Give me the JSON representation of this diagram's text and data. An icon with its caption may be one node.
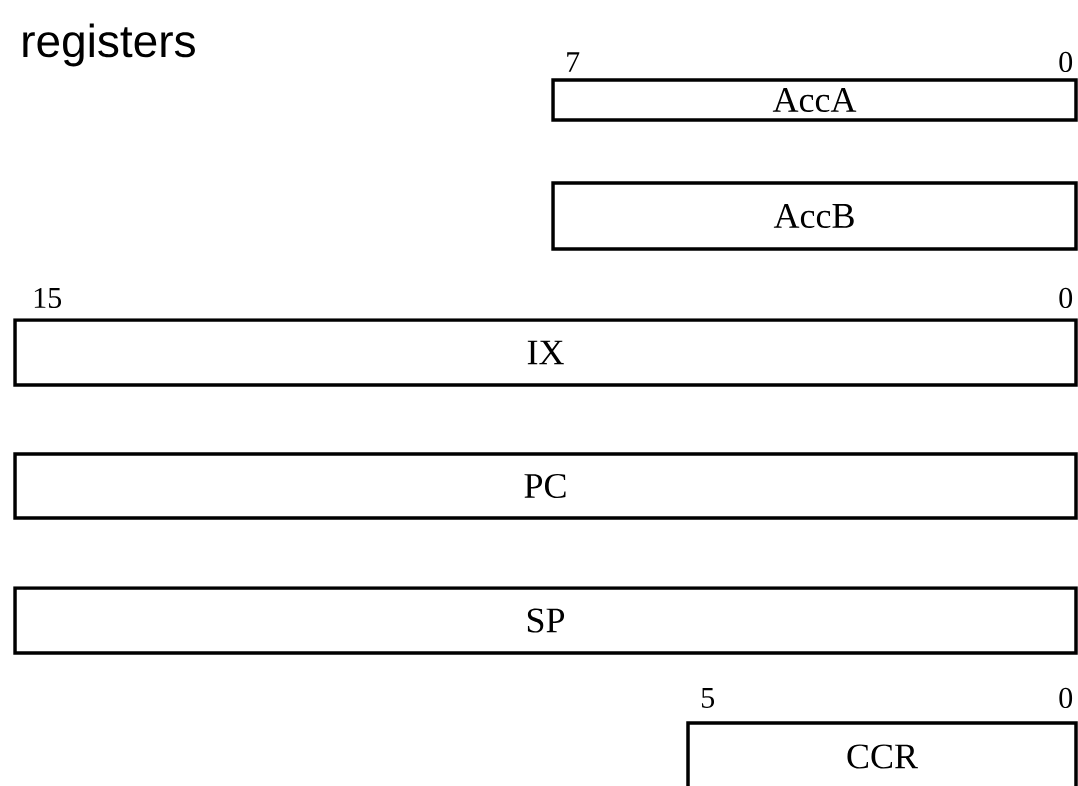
{
  "diagram": {
    "title": "registers",
    "nodes": [
      {
        "text": [
          "AccA"
        ]
      },
      {
        "text": [
          "AccB"
        ]
      },
      {
        "text": [
          "IX"
        ]
      },
      {
        "text": [
          "PC"
        ]
      },
      {
        "text": [
          "SP"
        ]
      },
      {
        "text": [
          "CCR"
        ]
      }
    ],
    "labels": [
      "7",
      "0",
      "15",
      "0",
      "5",
      "0"
    ]
  }
}
